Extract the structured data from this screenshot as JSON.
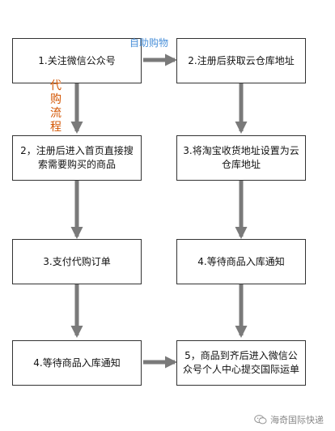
{
  "colors": {
    "arrow": "#7a7a7a",
    "box_border": "#333333",
    "label_self": "#4a90d9",
    "label_proxy": "#d35400"
  },
  "left_column": {
    "step1": "1.关注微信公众号",
    "step2": "2，注册后进入首页直接搜索需要购买的商品",
    "step3": "3.支付代购订单",
    "step4": "4.等待商品入库通知"
  },
  "right_column": {
    "step2": "2.注册后获取云仓库地址",
    "step3": "3.将淘宝收货地址设置为云仓库地址",
    "step4": "4.等待商品入库通知",
    "step5": "5，商品到齐后进入微信公众号个人中心提交国际运单"
  },
  "labels": {
    "self_purchase": "自助购物",
    "proxy_flow": [
      "代",
      "购",
      "流",
      "程"
    ]
  },
  "watermark": {
    "text": "海奇国际快递",
    "icon": "wechat-icon"
  }
}
